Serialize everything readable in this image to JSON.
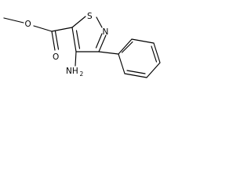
{
  "molecule": {
    "atoms": {
      "ring_s": "S",
      "ring_n": "N",
      "carbonyl_o": "O",
      "ester_o": "O",
      "amine_n": "NH",
      "amine_h_count": "2"
    },
    "colors": {
      "line": "#000000",
      "background": "#ffffff"
    }
  }
}
